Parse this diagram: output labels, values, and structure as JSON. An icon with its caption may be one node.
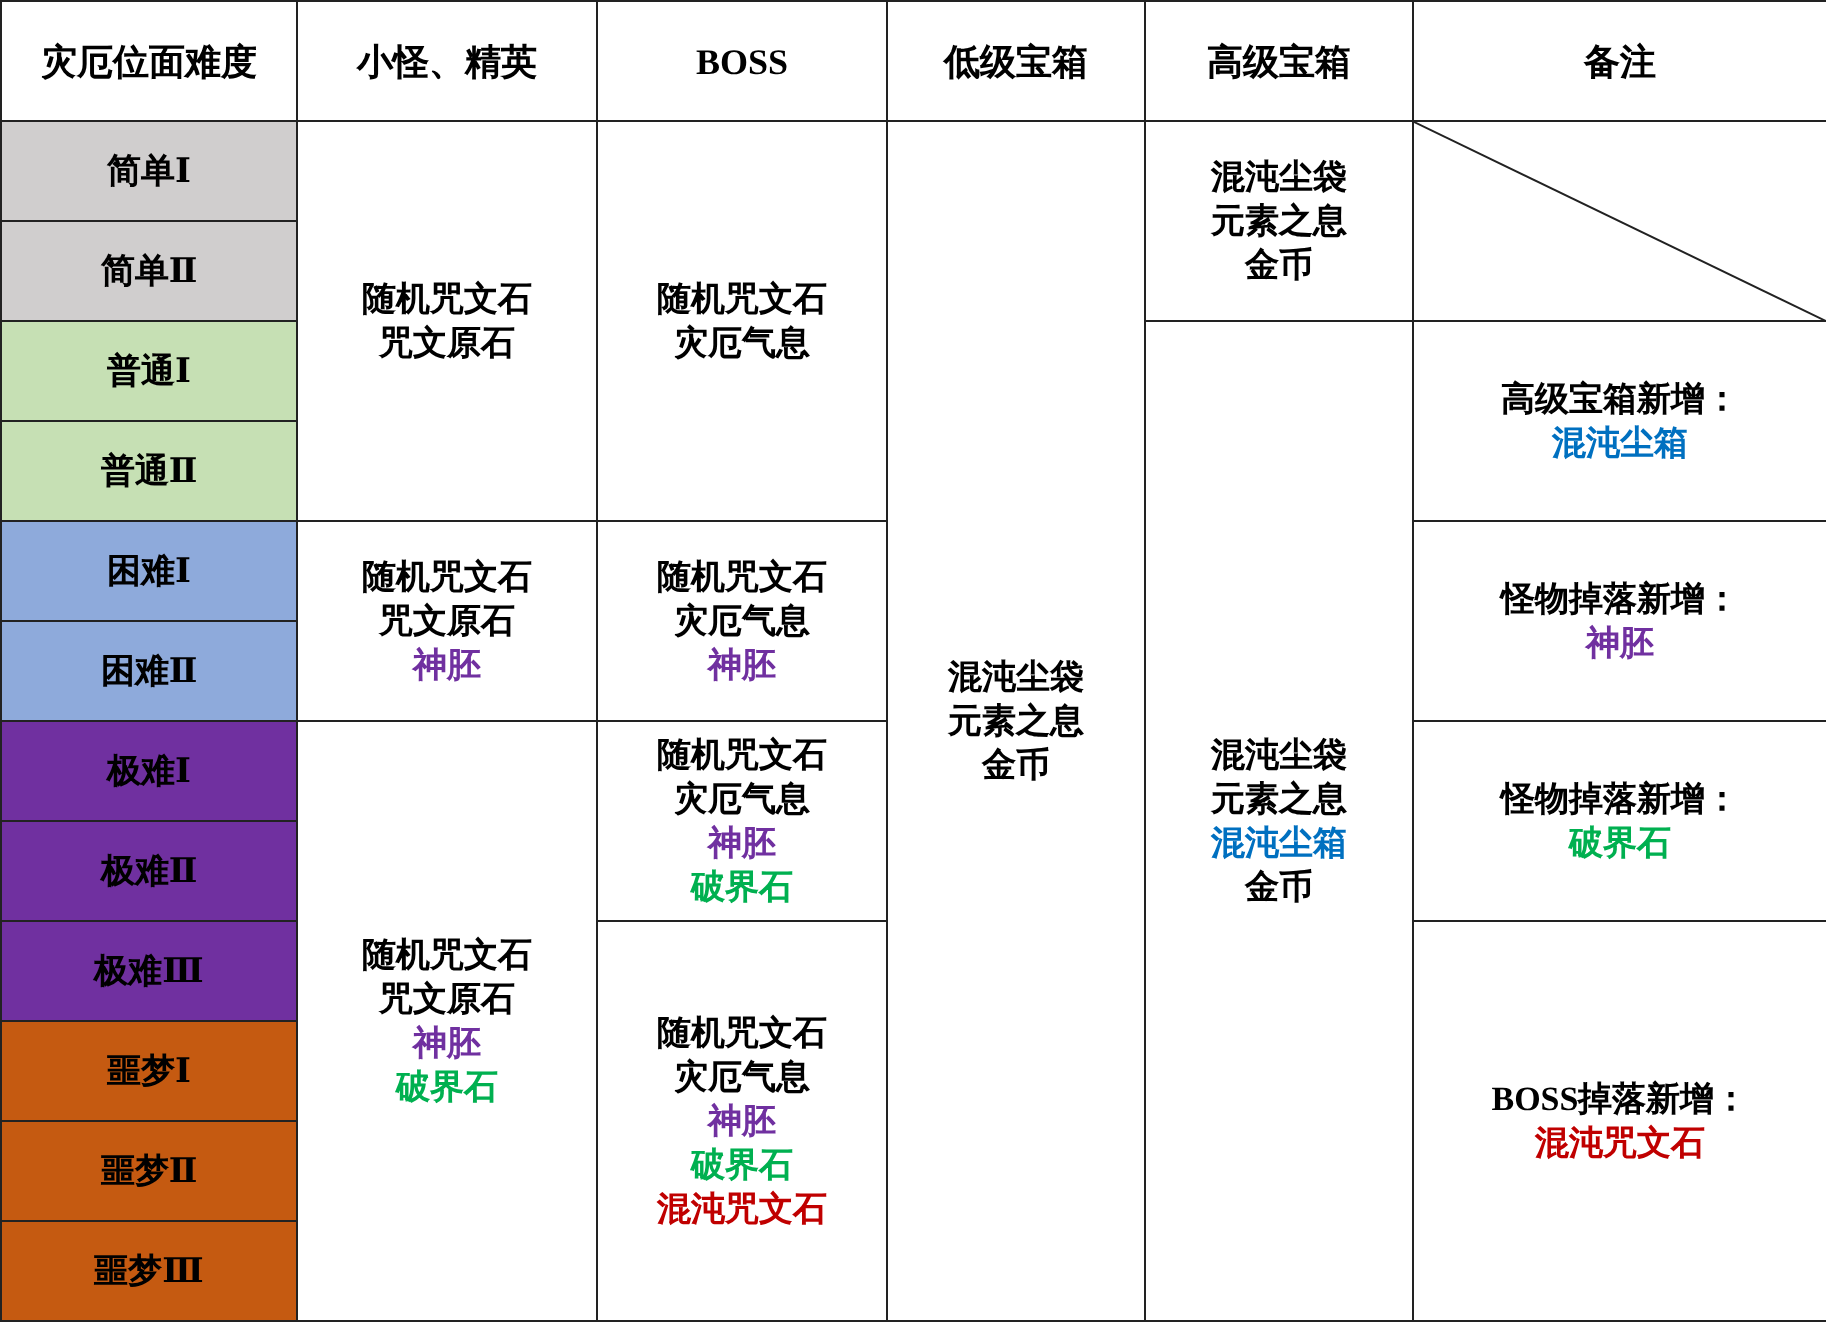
{
  "diagram": {
    "labels": [
      "灾厄位面难度",
      "小怪、精英",
      "BOSS",
      "低级宝箱",
      "高级宝箱",
      "备注",
      "简单Ⅰ",
      "混沌尘袋",
      "元素之息",
      "简单Ⅱ",
      "金币",
      "随机咒文石",
      "随机咒文石",
      "咒文原石",
      "灾厄气息",
      "普通Ⅰ",
      "高级宝箱新增：",
      "混沌尘箱",
      "普通Ⅱ",
      "困难Ⅰ",
      "随机咒文石",
      "随机咒文石",
      "怪物掉落新增：",
      "咒文原石",
      "灾厄气息",
      "神胚",
      "困难Ⅱ",
      "神胚",
      "神胚",
      "混沌尘袋",
      "元素之息",
      "极难Ⅰ",
      "随机咒文石",
      "金币",
      "混沌尘袋",
      "灾厄气息",
      "元素之息",
      "怪物掉落新增：",
      "神胚",
      "混沌尘箱",
      "破界石",
      "极难Ⅱ",
      "破界石",
      "金币",
      "极难Ⅲ",
      "随机咒文石",
      "咒文原石",
      "神胚",
      "随机咒文石",
      "噩梦Ⅰ",
      "破界石",
      "灾厄气息",
      "BOSS掉落新增：",
      "神胚",
      "混沌咒文石",
      "噩梦Ⅱ",
      "破界石",
      "混沌咒文石",
      "噩梦Ⅲ"
    ]
  }
}
